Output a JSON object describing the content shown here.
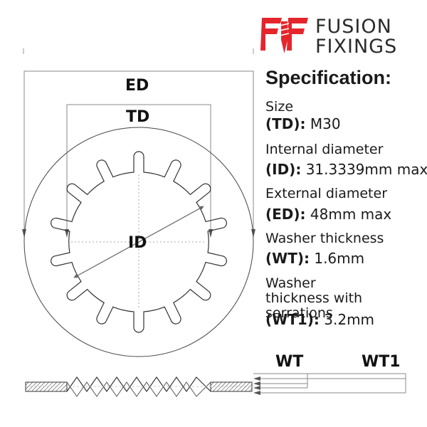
{
  "brand": {
    "name_line1": "FUSION",
    "name_line2": "FIXINGS",
    "logo_color": "#e4262c",
    "text_color": "#2b2b2b"
  },
  "diagram_labels": {
    "ed": "ED",
    "td": "TD",
    "id": "ID",
    "wt": "WT",
    "wt1": "WT1"
  },
  "specification": {
    "title": "Specification:",
    "items": [
      {
        "label": "Size",
        "code": "(TD):",
        "value": "M30"
      },
      {
        "label": "Internal diameter",
        "code": "(ID):",
        "value": "31.3339mm max"
      },
      {
        "label": "External diameter",
        "code": "(ED):",
        "value": "48mm max"
      },
      {
        "label": "Washer thickness",
        "code": "(WT):",
        "value": "1.6mm"
      },
      {
        "label": "Washer thickness with serrations",
        "code": "(WT1):",
        "value": "3.2mm"
      }
    ]
  }
}
